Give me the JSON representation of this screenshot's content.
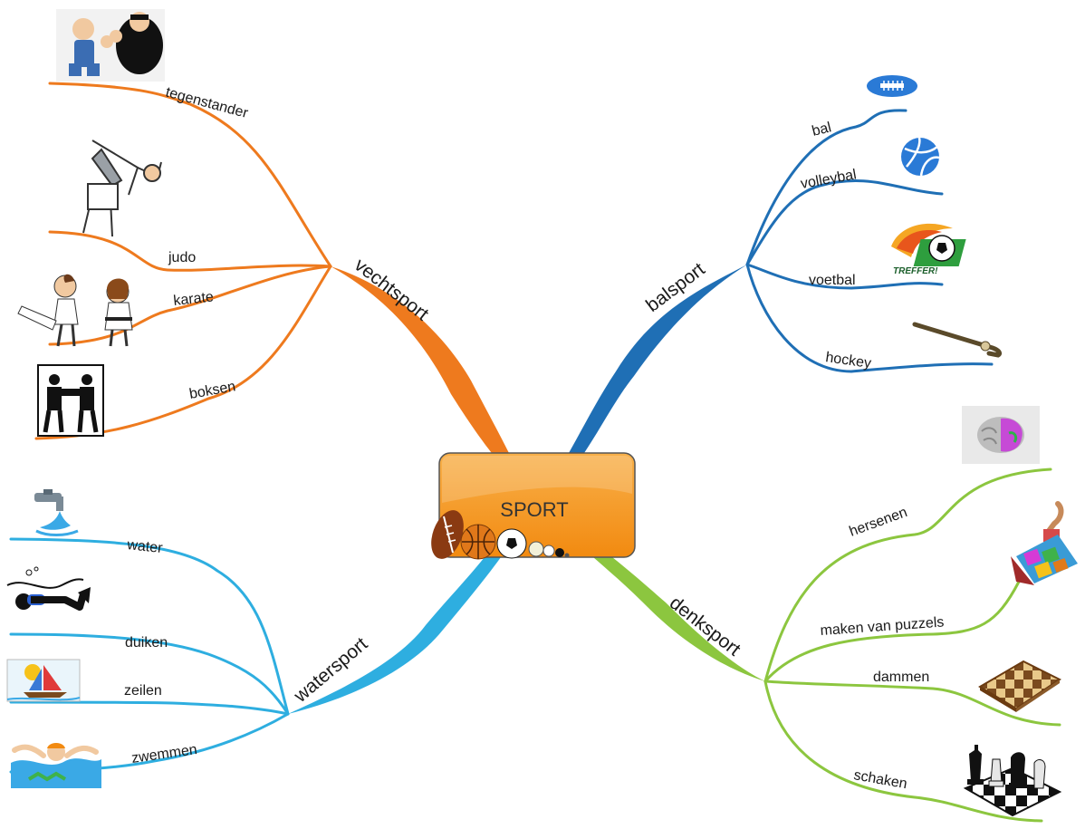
{
  "center": {
    "title": "SPORT",
    "fill": "#f59a1e",
    "icon": "sports-balls-icon"
  },
  "branches": [
    {
      "key": "vechtsport",
      "label": "vechtsport",
      "color": "#ee7a1e",
      "leaves": [
        {
          "label": "tegenstander",
          "icon": "boxing-cartoon-icon"
        },
        {
          "label": "judo",
          "icon": "judo-throw-icon"
        },
        {
          "label": "karate",
          "icon": "karate-kids-icon"
        },
        {
          "label": "boksen",
          "icon": "boxing-pictogram-icon"
        }
      ]
    },
    {
      "key": "balsport",
      "label": "balsport",
      "color": "#1f6fb5",
      "leaves": [
        {
          "label": "bal",
          "icon": "football-icon"
        },
        {
          "label": "volleybal",
          "icon": "volleyball-icon"
        },
        {
          "label": "voetbal",
          "icon": "soccer-ball-icon",
          "caption": "TREFFER!"
        },
        {
          "label": "hockey",
          "icon": "hockey-stick-icon"
        }
      ]
    },
    {
      "key": "watersport",
      "label": "watersport",
      "color": "#2eaee0",
      "leaves": [
        {
          "label": "water",
          "icon": "water-tap-icon"
        },
        {
          "label": "duiken",
          "icon": "diver-icon"
        },
        {
          "label": "zeilen",
          "icon": "sailboat-icon"
        },
        {
          "label": "zwemmen",
          "icon": "swimmer-icon"
        }
      ]
    },
    {
      "key": "denksport",
      "label": "denksport",
      "color": "#8cc63f",
      "leaves": [
        {
          "label": "hersenen",
          "icon": "brain-icon"
        },
        {
          "label": "maken van puzzels",
          "icon": "puzzle-icon"
        },
        {
          "label": "dammen",
          "icon": "checkerboard-icon"
        },
        {
          "label": "schaken",
          "icon": "chess-icon"
        }
      ]
    }
  ]
}
